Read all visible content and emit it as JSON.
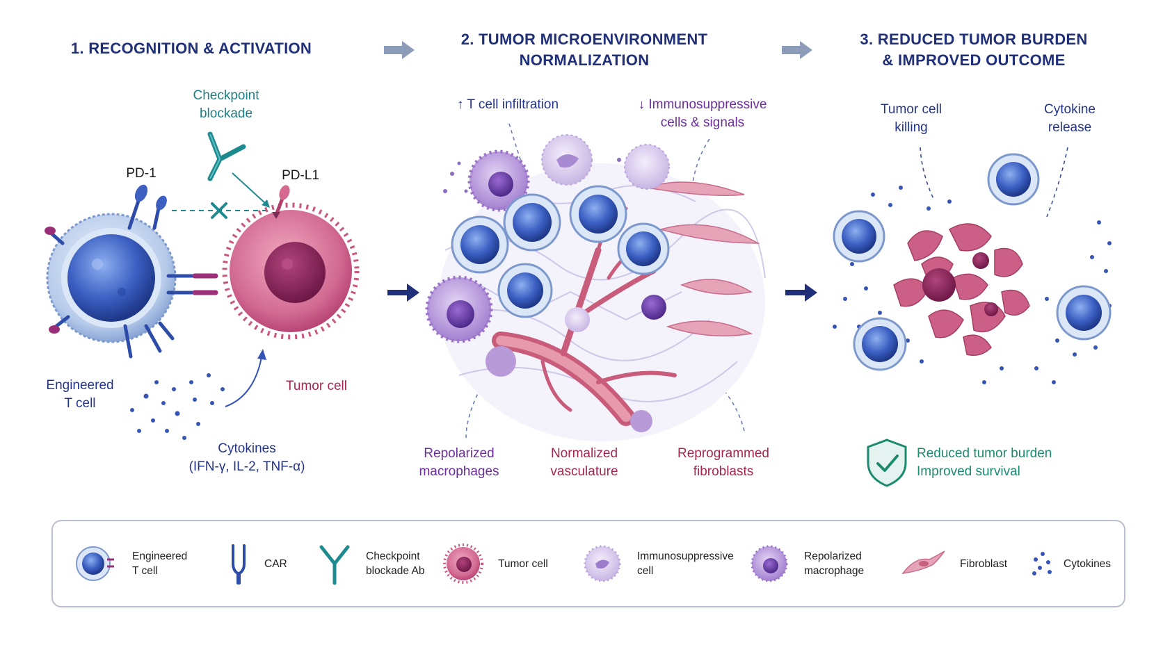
{
  "panels": {
    "p1_title": "1. RECOGNITION & ACTIVATION",
    "p2_title": "2. TUMOR MICROENVIRONMENT\nNORMALIZATION",
    "p3_title": "3. REDUCED TUMOR BURDEN\n& IMPROVED OUTCOME"
  },
  "panel1": {
    "checkpoint": "Checkpoint\nblockade",
    "pd1": "PD-1",
    "pdl1": "PD-L1",
    "engineered": "Engineered\nT cell",
    "tumor": "Tumor cell",
    "cytokines": "Cytokines\n(IFN-γ, IL-2, TNF-α)"
  },
  "panel2": {
    "infiltration": "↑ T cell infiltration",
    "immunosuppressive": "↓ Immunosuppressive\ncells & signals",
    "macrophages": "Repolarized\nmacrophages",
    "vasculature": "Normalized\nvasculature",
    "fibroblasts": "Reprogrammed\nfibroblasts"
  },
  "panel3": {
    "killing": "Tumor cell\nkilling",
    "release": "Cytokine\nrelease",
    "outcome": "Reduced tumor burden\nImproved survival"
  },
  "legend": [
    {
      "icon": "engineered-t-cell-icon",
      "label": "Engineered\nT cell"
    },
    {
      "icon": "car-icon",
      "label": "CAR"
    },
    {
      "icon": "checkpoint-antibody-icon",
      "label": "Checkpoint\nblockade Ab"
    },
    {
      "icon": "tumor-cell-icon",
      "label": "Tumor cell"
    },
    {
      "icon": "immunosuppressive-cell-icon",
      "label": "Immunosuppressive\ncell"
    },
    {
      "icon": "repolarized-macrophage-icon",
      "label": "Repolarized\nmacrophage"
    },
    {
      "icon": "fibroblast-icon",
      "label": "Fibroblast"
    },
    {
      "icon": "cytokines-icon",
      "label": "Cytokines"
    }
  ],
  "colors": {
    "title": "#1f2f7a",
    "tcell": "#3f63c4",
    "tumor": "#c94a78",
    "macrophage": "#8a58bd",
    "teal": "#1d8a8f"
  }
}
